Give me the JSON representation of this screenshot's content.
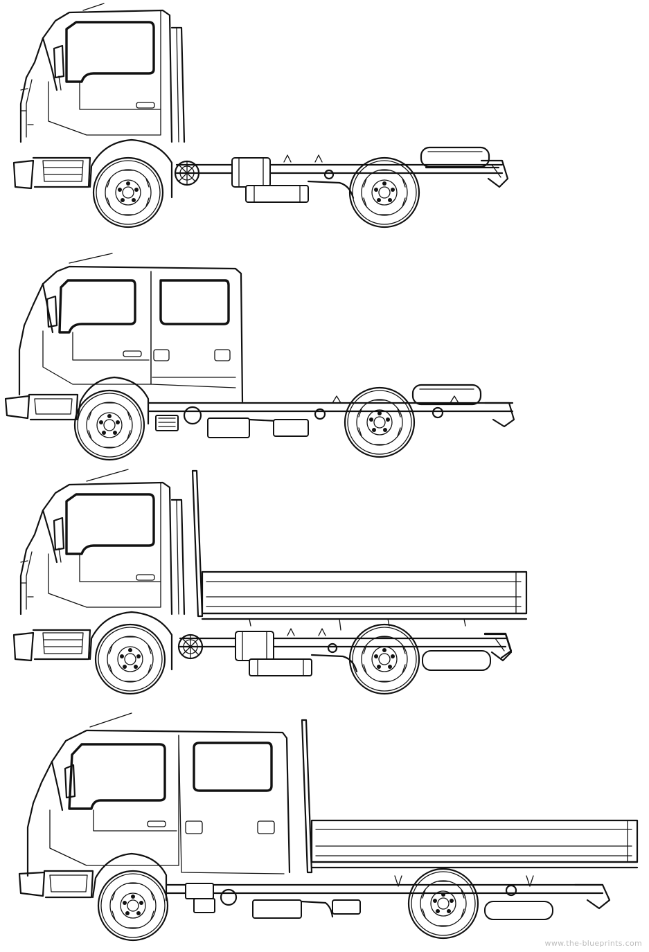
{
  "watermark": "www.the-blueprints.com",
  "drawings": [
    {
      "variant": "single-cab chassis"
    },
    {
      "variant": "double-cab chassis"
    },
    {
      "variant": "single-cab dropside"
    },
    {
      "variant": "double-cab dropside"
    }
  ]
}
